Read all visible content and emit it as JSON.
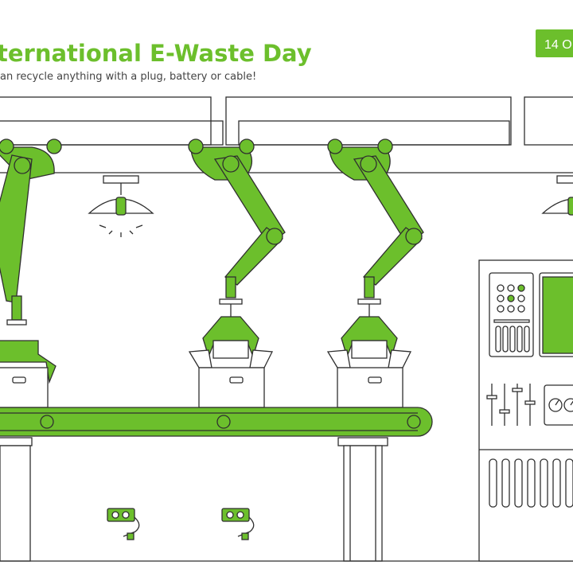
{
  "header": {
    "title": "ternational E-Waste Day",
    "subtitle": "an recycle anything with a plug, battery  or cable!",
    "date_badge": "14 O"
  },
  "colors": {
    "accent": "#6cbf2c",
    "outline": "#2f2f2f"
  }
}
